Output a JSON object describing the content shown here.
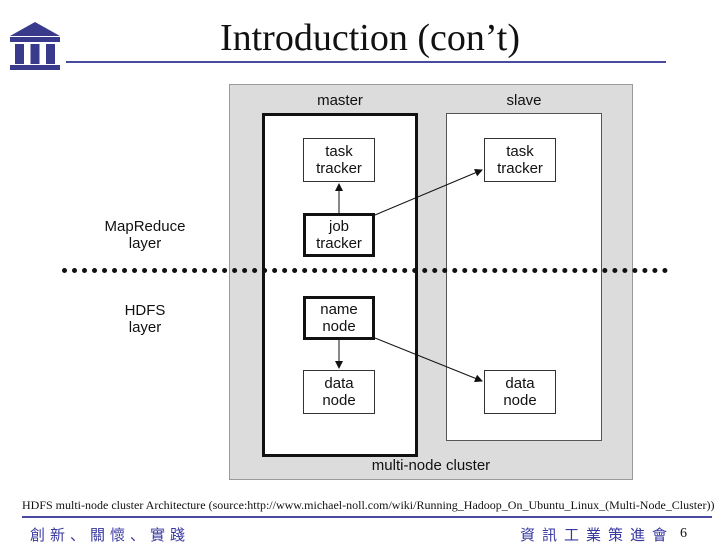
{
  "header": {
    "title": "Introduction (con’t)"
  },
  "diagram": {
    "master_label": "master",
    "slave_label": "slave",
    "cluster_label": "multi-node cluster",
    "mapreduce_layer": "MapReduce\nlayer",
    "hdfs_layer": "HDFS\nlayer",
    "master_task_tracker": "task\ntracker",
    "job_tracker": "job\ntracker",
    "name_node": "name\nnode",
    "master_data_node": "data\nnode",
    "slave_task_tracker": "task\ntracker",
    "slave_data_node": "data\nnode"
  },
  "footer": {
    "caption": "HDFS multi-node cluster Architecture (source:http://www.michael-noll.com/wiki/Running_Hadoop_On_Ubuntu_Linux_(Multi-Node_Cluster))",
    "slogan": "創新、關懷、實踐",
    "organization": "資訊工業策進會",
    "page_number": "6"
  },
  "colors": {
    "accent": "#4a4aa0",
    "cluster_bg": "#dcdcdc"
  },
  "icons": {
    "logo": "pillars-logo-icon"
  }
}
